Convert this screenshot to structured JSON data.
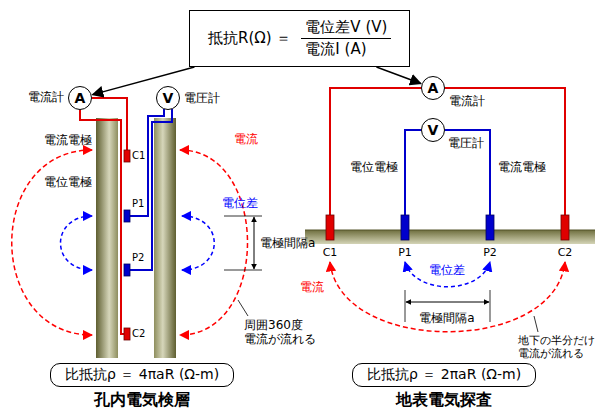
{
  "diagram": {
    "nodes": [
      {
        "text": [
          "抵抗R(Ω) ＝",
          "電位差V (V)",
          "電流I (A)"
        ]
      },
      {
        "text": [
          "A"
        ]
      },
      {
        "text": [
          "V"
        ]
      },
      {
        "text": [
          "A"
        ]
      },
      {
        "text": [
          "V"
        ]
      },
      {
        "text": [
          "比抵抗ρ ＝ 4πaR (Ω-m)"
        ]
      },
      {
        "text": [
          "比抵抗ρ ＝ 2πaR (Ω-m)"
        ]
      }
    ],
    "edges": [
      {
        "from": 0,
        "to": 1,
        "arrow": "to"
      },
      {
        "from": 0,
        "to": 3,
        "arrow": "to"
      }
    ],
    "labels": [
      "電流計",
      "電圧計",
      "電流電極",
      "電流",
      "電位電極",
      "C1",
      "P1",
      "電位差",
      "電極間隔a",
      "P2",
      "周囲360度 電流が流れる",
      "C2",
      "孔内電気検層",
      "電流計",
      "電圧計",
      "電位電極",
      "電流電極",
      "C1",
      "P1",
      "P2",
      "C2",
      "電位差",
      "電流",
      "電極間隔a",
      "地下の半分だけ 電流が流れる",
      "地表電気探査"
    ]
  }
}
